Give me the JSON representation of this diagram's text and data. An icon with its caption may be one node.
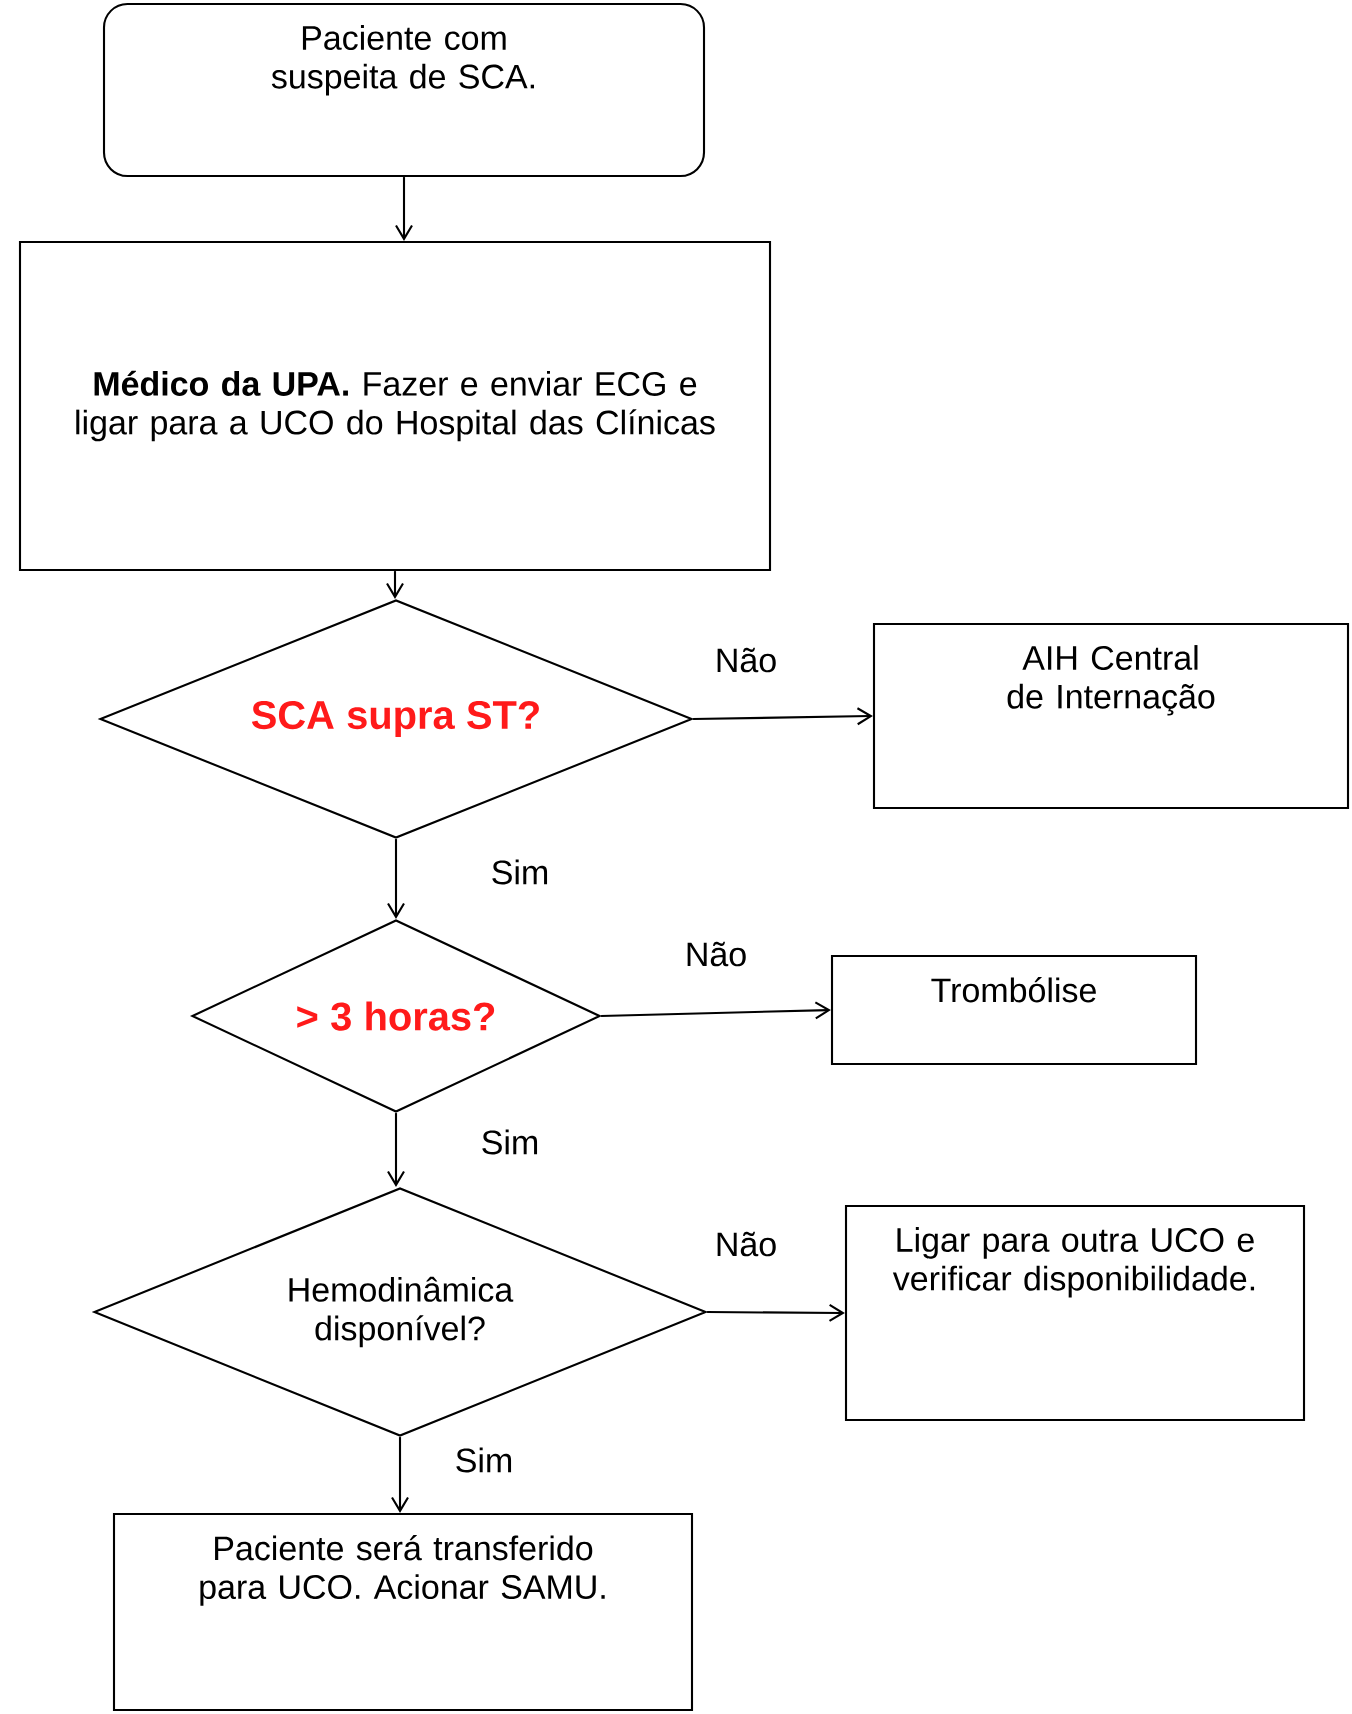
{
  "diagram": {
    "nodes": [
      {
        "text": [
          "Paciente com suspeita de SCA."
        ]
      },
      {
        "text": [
          "**Médico da UPA.** Fazer e enviar ECG e ligar para a UCO do Hospital das Clínicas"
        ]
      },
      {
        "text": [
          "SCA supra ST?"
        ]
      },
      {
        "text": [
          "AIH Central de Internação"
        ]
      },
      {
        "text": [
          "> 3 horas?"
        ]
      },
      {
        "text": [
          "Trombólise"
        ]
      },
      {
        "text": [
          "Hemodinâmica disponível?"
        ]
      },
      {
        "text": [
          "Ligar para outra UCO e verificar disponibilidade."
        ]
      },
      {
        "text": [
          "Paciente será transferido para UCO. Acionar SAMU."
        ]
      }
    ],
    "edges": [
      {
        "from": 0,
        "to": 1,
        "arrow": "to"
      },
      {
        "from": 1,
        "to": 2,
        "arrow": "to"
      },
      {
        "from": 2,
        "to": 3,
        "arrow": "to",
        "label": "Não"
      },
      {
        "from": 2,
        "to": 4,
        "arrow": "to",
        "label": "Sim"
      },
      {
        "from": 4,
        "to": 5,
        "arrow": "to",
        "label": "Não"
      },
      {
        "from": 4,
        "to": 6,
        "arrow": "to",
        "label": "Sim"
      },
      {
        "from": 6,
        "to": 7,
        "arrow": "to",
        "label": "Não"
      },
      {
        "from": 6,
        "to": 8,
        "arrow": "to",
        "label": "Sim"
      }
    ]
  }
}
